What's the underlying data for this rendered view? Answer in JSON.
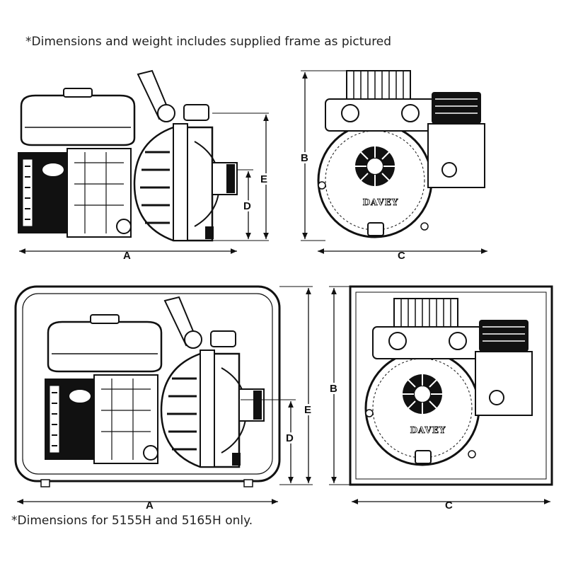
{
  "captions": {
    "top": "*Dimensions and weight includes supplied frame as pictured",
    "bottom": "*Dimensions for 5155H and 5165H only."
  },
  "dimension_labels": {
    "a": "A",
    "b": "B",
    "c": "C",
    "d": "D",
    "e": "E"
  },
  "logo_text": "DAVEY",
  "colors": {
    "line": "#111111",
    "background": "#ffffff"
  }
}
